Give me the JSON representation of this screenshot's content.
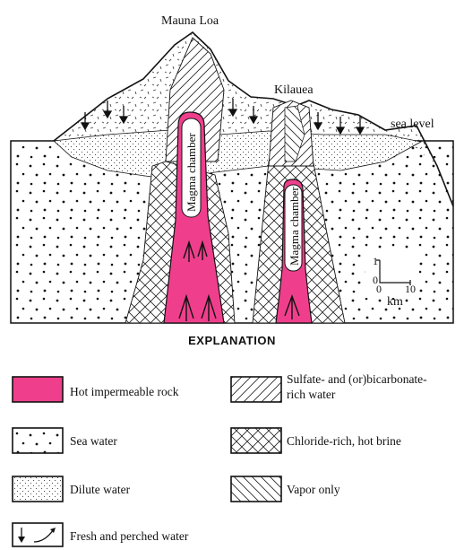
{
  "labels": {
    "mauna_loa": "Mauna Loa",
    "kilauea": "Kilauea",
    "sea_level": "sea level",
    "magma_chamber_1": "Magma chamber",
    "magma_chamber_2": "Magma chamber"
  },
  "scale": {
    "v_top": "1",
    "v_bottom": "0",
    "h_left": "0",
    "h_right": "10",
    "unit": "km"
  },
  "explanation": {
    "title": "EXPLANATION",
    "items": [
      {
        "id": "hot-rock",
        "label": "Hot impermeable rock",
        "icon": "pink-fill-swatch"
      },
      {
        "id": "sea-water",
        "label": "Sea water",
        "icon": "coarse-dot-swatch"
      },
      {
        "id": "dilute-water",
        "label": "Dilute water",
        "icon": "fine-stipple-swatch"
      },
      {
        "id": "fresh-water",
        "label": "Fresh and perched water",
        "icon": "arrow-swatch"
      },
      {
        "id": "sulfate-water",
        "label": "Sulfate- and (or)bicarbonate-",
        "label2": "rich water",
        "icon": "forward-hatch-swatch"
      },
      {
        "id": "chloride-brine",
        "label": "Chloride-rich, hot brine",
        "icon": "crosshatch-swatch"
      },
      {
        "id": "vapor",
        "label": "Vapor only",
        "icon": "back-hatch-swatch"
      }
    ]
  },
  "colors": {
    "hot_rock": "#ef3f8c",
    "ink": "#111111"
  }
}
